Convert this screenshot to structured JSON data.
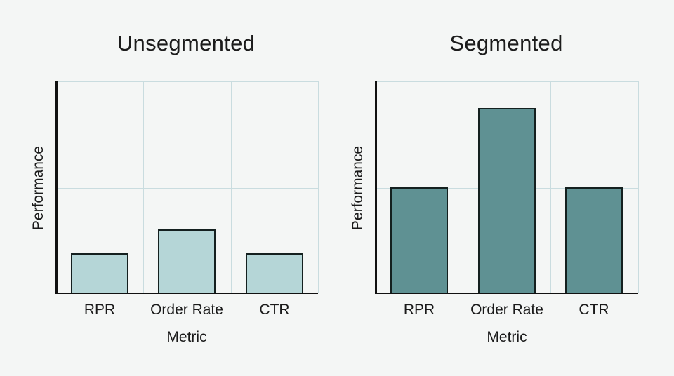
{
  "chart_data": [
    {
      "type": "bar",
      "title": "Unsegmented",
      "xlabel": "Metric",
      "ylabel": "Performance",
      "categories": [
        "RPR",
        "Order Rate",
        "CTR"
      ],
      "values": [
        0.75,
        1.2,
        0.75
      ],
      "ylim": [
        0,
        4
      ],
      "y_ticks_labeled": false,
      "grid": true,
      "bar_color": "#b5d6d7",
      "legend": null
    },
    {
      "type": "bar",
      "title": "Segmented",
      "xlabel": "Metric",
      "ylabel": "Performance",
      "categories": [
        "RPR",
        "Order Rate",
        "CTR"
      ],
      "values": [
        2.0,
        3.5,
        2.0
      ],
      "ylim": [
        0,
        4
      ],
      "y_ticks_labeled": false,
      "grid": true,
      "bar_color": "#5f9193",
      "legend": null
    }
  ],
  "colors": {
    "background": "#f4f6f5",
    "grid": "#c9dcdf",
    "axis": "#111111",
    "unsegmented_bar": "#b5d6d7",
    "segmented_bar": "#5f9193"
  }
}
